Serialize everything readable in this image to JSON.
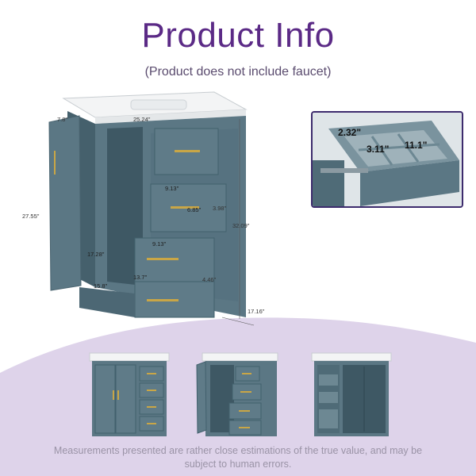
{
  "header": {
    "title": "Product Info",
    "subtitle": "(Product does not include faucet)"
  },
  "dimensions": {
    "door_depth": "7.8\"",
    "top_width": "25.24\"",
    "cabinet_height": "27.55\"",
    "drawer_width_upper": "9.13\"",
    "drawer_depth": "6.85\"",
    "drawer_height": "3.98\"",
    "overall_height": "32.09\"",
    "drawer_width_lower": "9.13\"",
    "lower_height": "13.7\"",
    "lower_depth": "4.46\"",
    "floor_depth": "17.28\"",
    "floor_width": "15.8\"",
    "overall_depth": "17.16\""
  },
  "inset": {
    "compartment_width": "2.32\"",
    "compartment_divider": "3.11\"",
    "tray_length": "11.1\""
  },
  "footer": {
    "note": "Measurements presented are rather close estimations of the true value, and may be subject to human errors."
  },
  "colors": {
    "title": "#5b2a86",
    "cabinet": "#5b7784",
    "cabinet_dark": "#45606c",
    "handle": "#c9a646",
    "countertop": "#f4f5f6",
    "wave": "#d9cfe6"
  }
}
